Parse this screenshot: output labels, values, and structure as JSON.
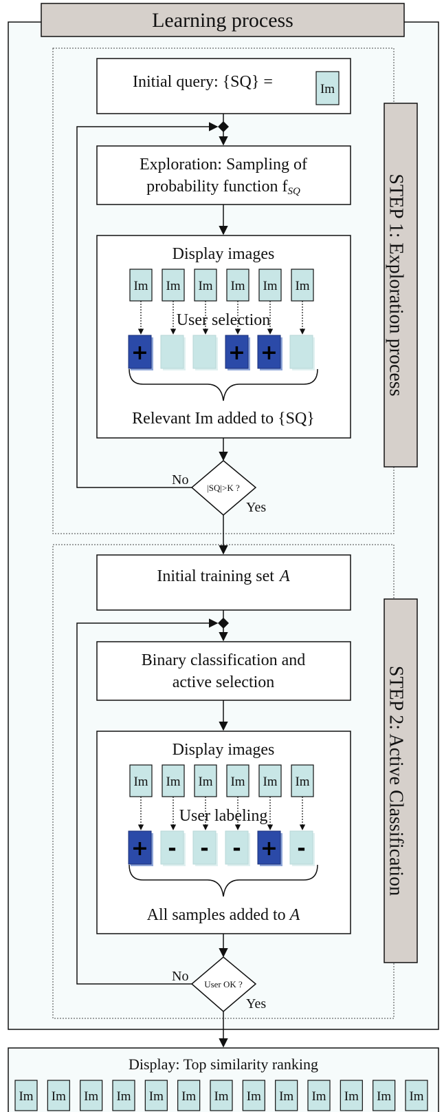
{
  "title": "Learning process",
  "im_label": "Im",
  "colors": {
    "im_fill": "#c8e6e6",
    "selected_fill": "#2b4aa8",
    "banner_fill": "#d6d0cb",
    "panel_fill": "#f6fbfb"
  },
  "step1": {
    "banner": "STEP 1: Exploration process",
    "initial_query": "Initial query:  {SQ} =",
    "exploration_line1": "Exploration: Sampling of",
    "exploration_line2": "probability function f",
    "exploration_sub": "SQ",
    "display_title": "Display images",
    "selection_label": "User selection",
    "marks": [
      "+",
      "",
      "",
      "+",
      "+",
      ""
    ],
    "footer": "Relevant Im added to {SQ}",
    "decision": "|SQ|>K ?",
    "no": "No",
    "yes": "Yes"
  },
  "step2": {
    "banner": "STEP 2: Active Classification",
    "initial_training": "Initial training set",
    "initial_training_var": "A",
    "binary_line1": "Binary classification and",
    "binary_line2": "active selection",
    "display_title": "Display images",
    "labeling_label": "User labeling",
    "marks": [
      "+",
      "-",
      "-",
      "-",
      "+",
      "-"
    ],
    "footer": "All samples added to",
    "footer_var": "A",
    "decision": "User OK ?",
    "no": "No",
    "yes": "Yes"
  },
  "result": {
    "title": "Display: Top similarity ranking",
    "count": 13
  }
}
